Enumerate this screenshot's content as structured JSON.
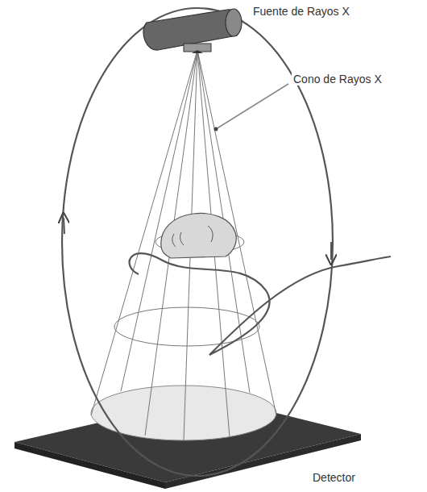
{
  "diagram": {
    "labels": [
      "Fuente de Rayos X",
      "Cono de Rayos X",
      "Detector"
    ]
  }
}
